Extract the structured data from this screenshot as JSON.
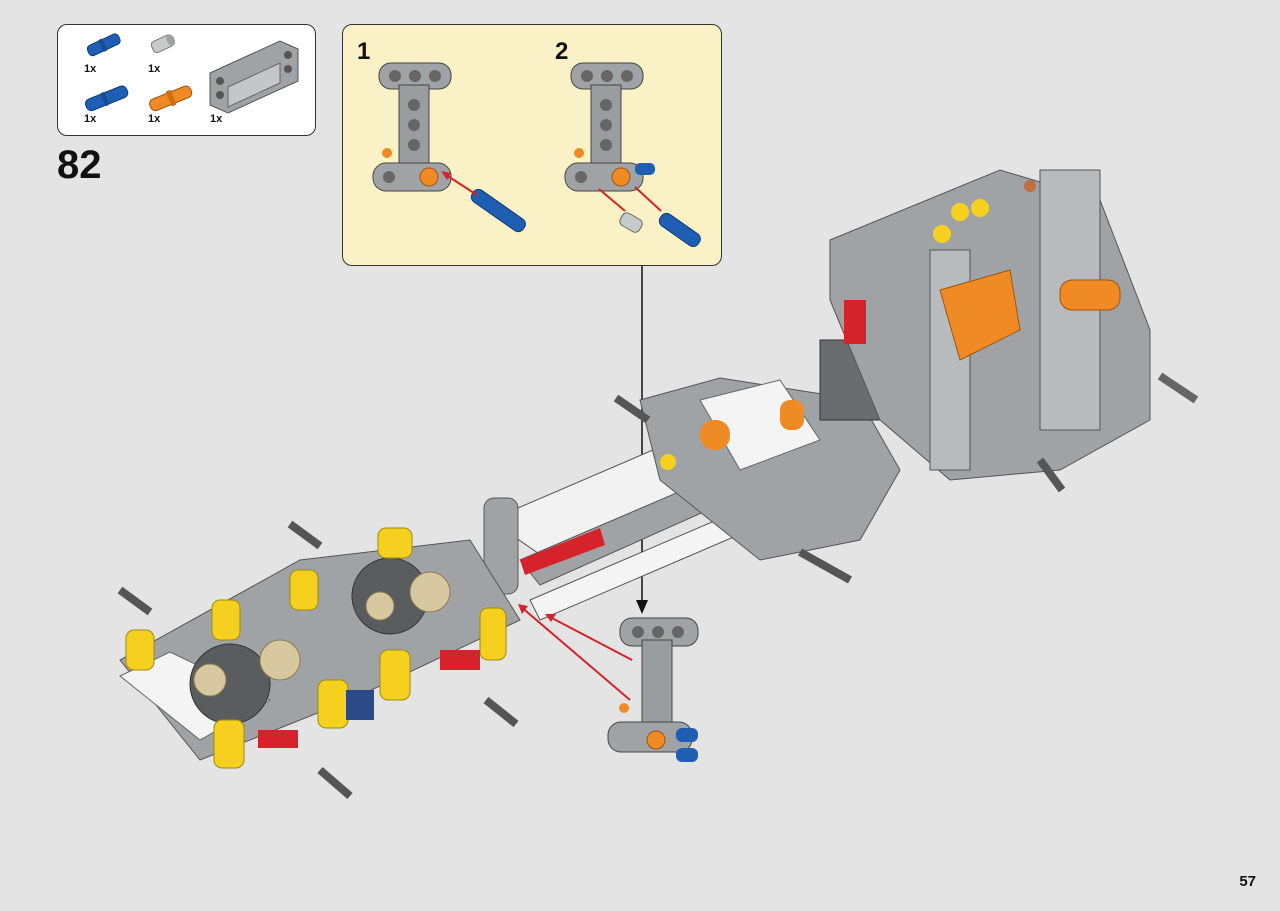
{
  "step": {
    "number": "82"
  },
  "parts": [
    {
      "name": "blue-axle-pin-short",
      "color": "#1e5fb4",
      "qty": "1x"
    },
    {
      "name": "light-gray-bushing",
      "color": "#b9bcbc",
      "qty": "1x"
    },
    {
      "name": "blue-axle-pin-long",
      "color": "#1e5fb4",
      "qty": "1x"
    },
    {
      "name": "orange-axle-pin",
      "color": "#f08a24",
      "qty": "1x"
    },
    {
      "name": "gray-h-frame-beam",
      "color": "#a0a3a5",
      "qty": "1x"
    }
  ],
  "callout": {
    "substeps": [
      {
        "label": "1"
      },
      {
        "label": "2"
      }
    ]
  },
  "page": {
    "number": "57"
  },
  "colors": {
    "background": "#e4e4e4",
    "callout_bg": "#fbf1c6",
    "arrow": "#d6222a",
    "beam_gray": "#a0a3a5",
    "dark_gray": "#6a6d70",
    "yellow": "#f6d01e",
    "red": "#d6222a",
    "blue": "#1e5fb4",
    "orange": "#f08a24",
    "white": "#f7f7f7",
    "tan": "#d8c8a0"
  }
}
